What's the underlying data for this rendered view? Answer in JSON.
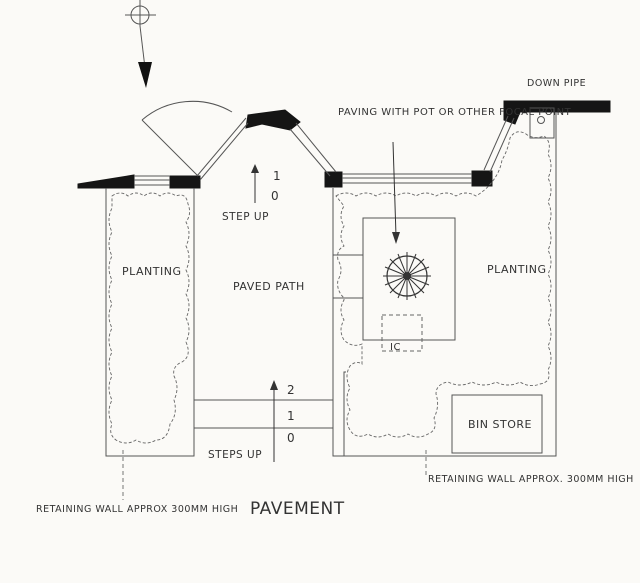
{
  "labels": {
    "paving_with_pot": "PAVING WITH POT OR OTHER FOCAL POINT",
    "down_pipe": "DOWN PIPE",
    "planting_left": "PLANTING",
    "planting_right": "PLANTING",
    "paved_path": "PAVED PATH",
    "step_up": "STEP UP",
    "steps_up": "STEPS UP",
    "bin_store": "BIN STORE",
    "ic": "IC",
    "pavement": "PAVEMENT",
    "retaining_left": "RETAINING WALL APPROX 300MM HIGH",
    "retaining_right": "RETAINING WALL APPROX. 300MM HIGH"
  },
  "step_numbers": {
    "top_1": "1",
    "top_0": "0",
    "bottom_2": "2",
    "bottom_1": "1",
    "bottom_0": "0"
  },
  "colors": {
    "paper": "#fbfaf7",
    "ink": "#151515",
    "pencil": "#555555"
  }
}
